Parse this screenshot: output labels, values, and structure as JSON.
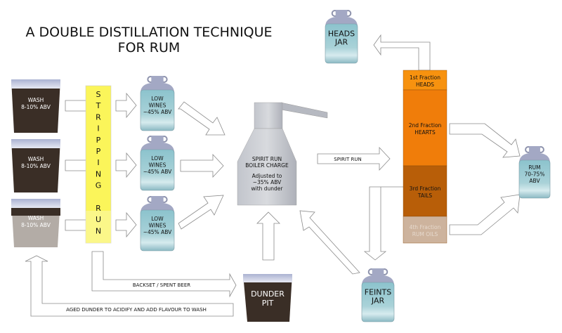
{
  "title": {
    "line1": "A DOUBLE DISTILLATION TECHNIQUE",
    "line2": "FOR RUM"
  },
  "wash_cups": [
    {
      "line1": "WASH",
      "line2": "8-10% ABV"
    },
    {
      "line1": "WASH",
      "line2": "8-10% ABV"
    },
    {
      "line1": "WASH",
      "line2": "8-10% ABV"
    }
  ],
  "stripping_run": {
    "letters": [
      "S",
      "T",
      "R",
      "I",
      "P",
      "P",
      "I",
      "N",
      "G",
      "",
      "R",
      "U",
      "N"
    ]
  },
  "low_wines": [
    {
      "line1": "LOW",
      "line2": "WINES",
      "line3": "~45% ABV"
    },
    {
      "line1": "LOW",
      "line2": "WINES",
      "line3": "~45% ABV"
    },
    {
      "line1": "LOW",
      "line2": "WINES",
      "line3": "~45% ABV"
    }
  ],
  "still": {
    "line1": "SPIRIT RUN",
    "line2": "BOILER CHARGE",
    "line3": "Adjusted to",
    "line4": "~35% ABV",
    "line5": "with dunder"
  },
  "spirit_run_arrow": "SPIRIT RUN",
  "fractions": [
    {
      "line1": "1st Fraction",
      "line2": "HEADS",
      "color": "#f7920f"
    },
    {
      "line1": "2nd Fraction",
      "line2": "HEARTS",
      "color": "#f07d0a"
    },
    {
      "line1": "3rd Fraction",
      "line2": "TAILS",
      "color": "#b85e08"
    },
    {
      "line1": "4th Fraction",
      "line2": "RUM OILS",
      "color": "#cdb39d"
    }
  ],
  "heads_jar": {
    "line1": "HEADS",
    "line2": "JAR"
  },
  "rum_jar": {
    "line1": "RUM",
    "line2": "70-75%",
    "line3": "ABV"
  },
  "feints_jar": {
    "line1": "FEINTS",
    "line2": "JAR"
  },
  "dunder_pit": {
    "line1": "DUNDER",
    "line2": "PIT"
  },
  "backset_arrow": "BACKSET / SPENT BEER",
  "aged_dunder_arrow": "AGED DUNDER TO ACIDIFY AND ADD FLAVOUR TO WASH",
  "colors": {
    "wash_dark": "#3a2e26",
    "wash_top": "#c5cbe0",
    "strip_yellow": "#fbf55a",
    "jar_body": "#8fc3cc",
    "jar_neck": "#9da3c2",
    "still": "#b9bcc4"
  }
}
